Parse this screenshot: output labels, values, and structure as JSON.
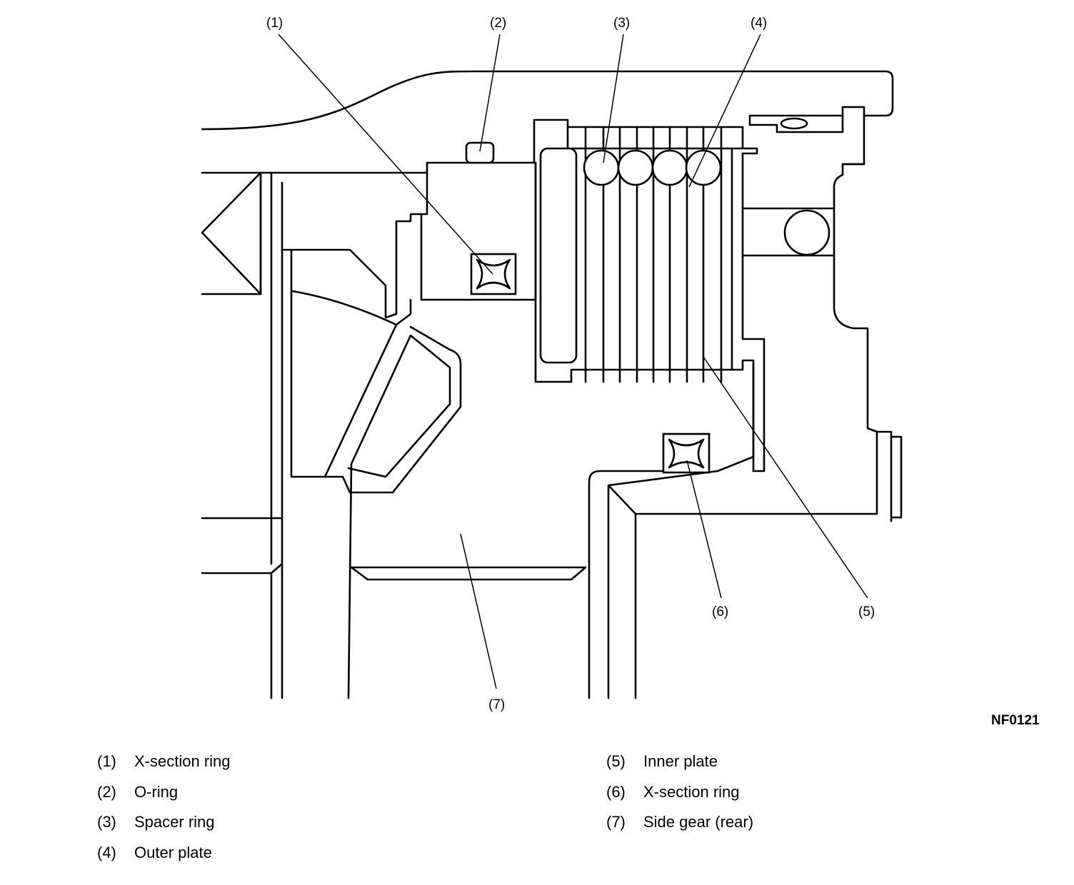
{
  "callouts": [
    "(1)",
    "(2)",
    "(3)",
    "(4)",
    "(5)",
    "(6)",
    "(7)"
  ],
  "figure_code": "NF0121",
  "legend": [
    {
      "num": "(1)",
      "label": "X-section ring"
    },
    {
      "num": "(2)",
      "label": "O-ring"
    },
    {
      "num": "(3)",
      "label": "Spacer ring"
    },
    {
      "num": "(4)",
      "label": "Outer plate"
    },
    {
      "num": "(5)",
      "label": "Inner plate"
    },
    {
      "num": "(6)",
      "label": "X-section ring"
    },
    {
      "num": "(7)",
      "label": "Side gear (rear)"
    }
  ]
}
